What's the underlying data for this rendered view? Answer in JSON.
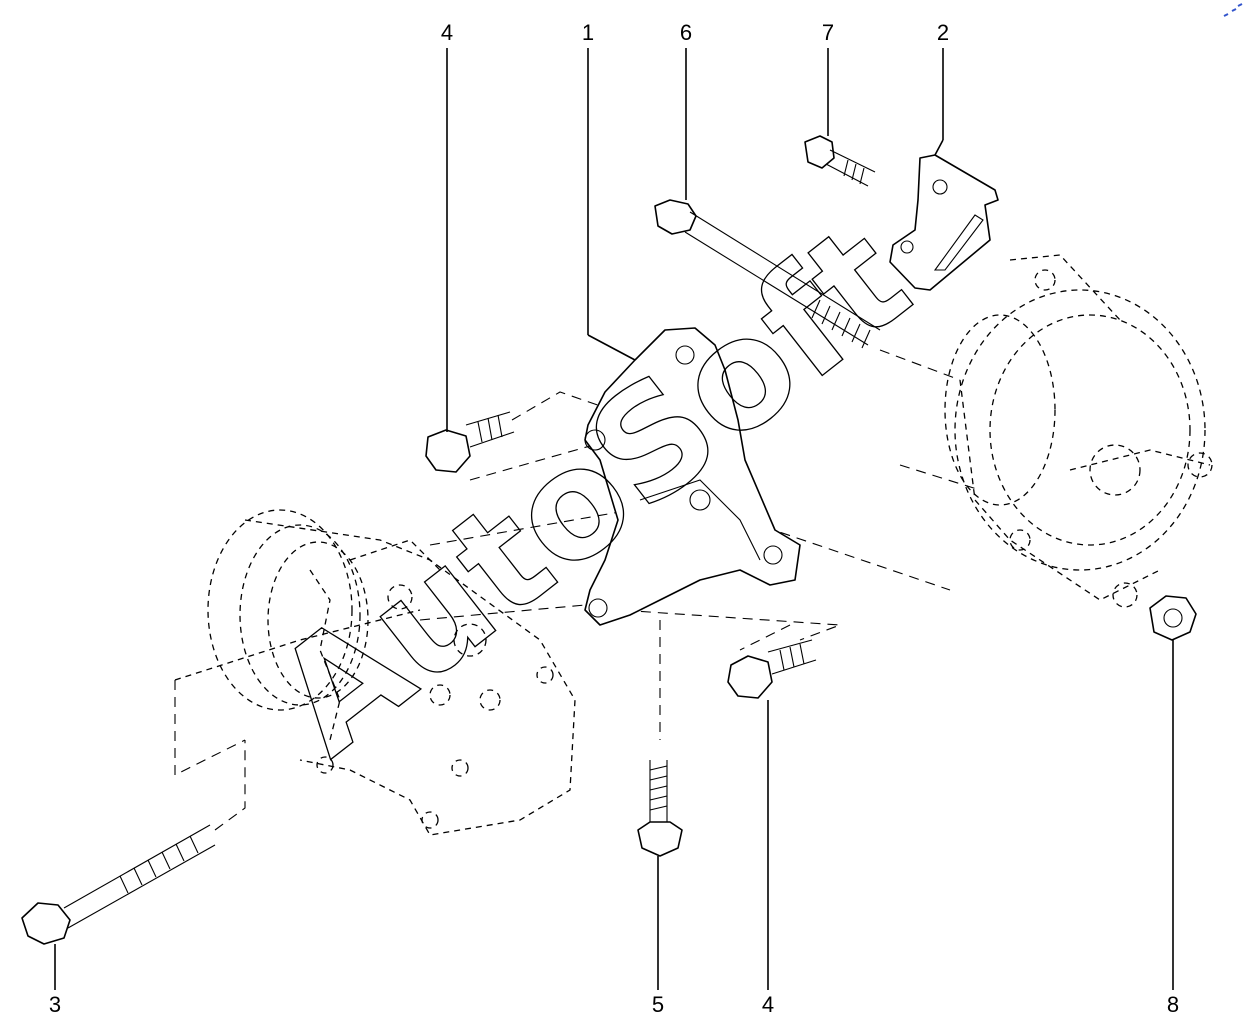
{
  "watermark": "AutoSoft",
  "callouts": [
    {
      "id": "c1",
      "label": "1"
    },
    {
      "id": "c2",
      "label": "2"
    },
    {
      "id": "c3",
      "label": "3"
    },
    {
      "id": "c4a",
      "label": "4"
    },
    {
      "id": "c4b",
      "label": "4"
    },
    {
      "id": "c5",
      "label": "5"
    },
    {
      "id": "c6",
      "label": "6"
    },
    {
      "id": "c7",
      "label": "7"
    },
    {
      "id": "c8",
      "label": "8"
    }
  ],
  "colors": {
    "line": "#000000",
    "background": "#ffffff",
    "corner_mark": "#3355cc"
  }
}
